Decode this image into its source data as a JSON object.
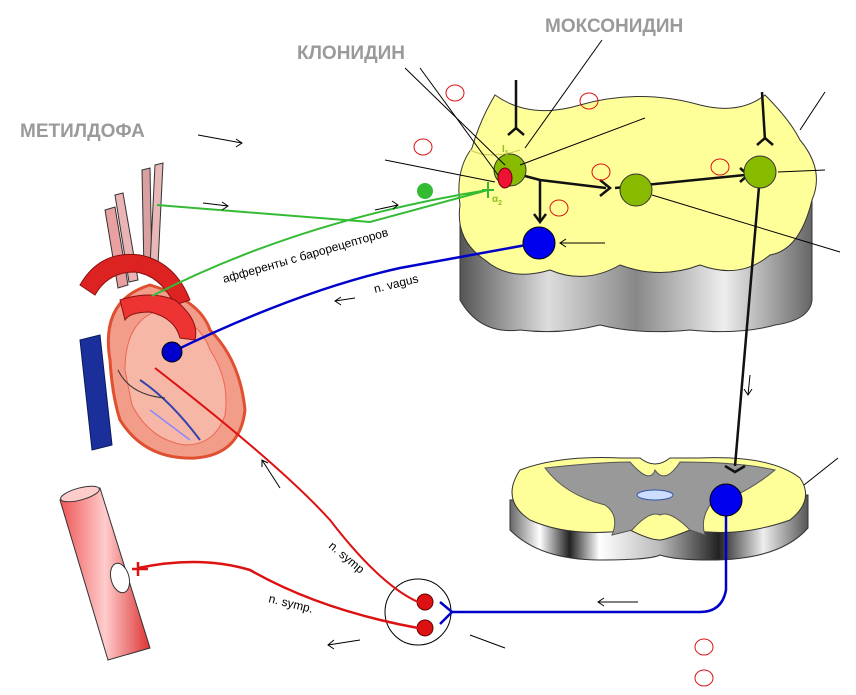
{
  "drugs": {
    "methyldopa": "МЕТИЛДОФА",
    "clonidine": "КЛОНИДИН",
    "moxonidine": "МОКСОНИДИН"
  },
  "nerves": {
    "afferents": "афференты   с барорецепторов",
    "vagus": "n. vagus",
    "symp_heart": "n. symp",
    "symp_vessel": "n. symp."
  },
  "receptors": {
    "i1": "I",
    "i1_sub": "1",
    "alpha2": "α",
    "alpha2_sub": "2"
  },
  "colors": {
    "afferent": "#33bb33",
    "vagal": "#0000cc",
    "sympathetic": "#dd1111",
    "brain": "#ffff99",
    "neuron": "#88bb00"
  }
}
